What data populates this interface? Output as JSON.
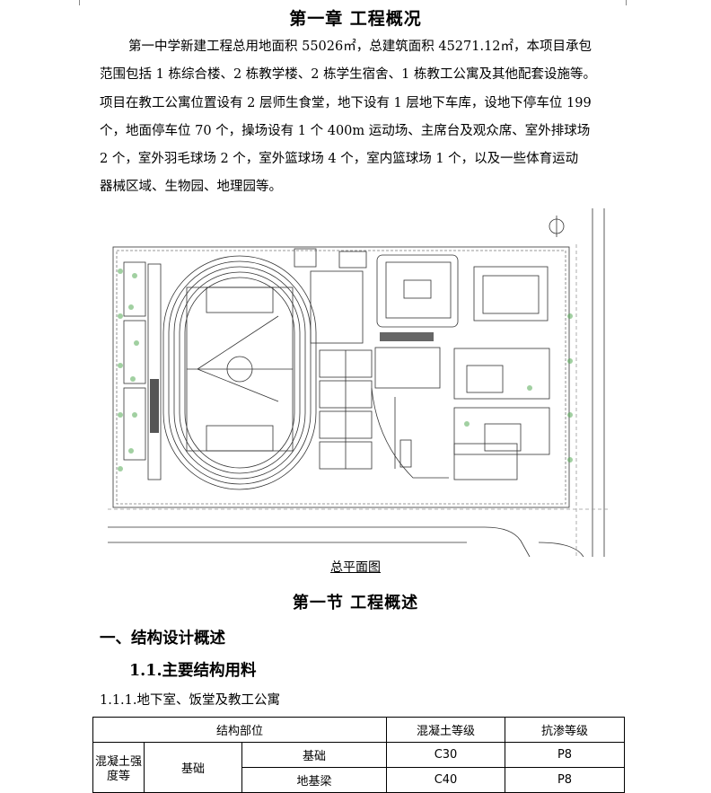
{
  "chapter_title": "第一章  工程概况",
  "intro_lines": [
    "第一中学新建工程总用地面积 55026㎡，总建筑面积 45271.12㎡，本项目承包",
    "范围包括 1 栋综合楼、2 栋教学楼、2 栋学生宿舍、1 栋教工公寓及其他配套设施等。",
    "项目在教工公寓位置设有 2 层师生食堂，地下设有 1 层地下车库，设地下停车位 199",
    "个，地面停车位 70 个，操场设有 1 个 400m 运动场、主席台及观众席、室外排球场",
    "2 个，室外羽毛球场 2 个，室外篮球场 4 个，室内篮球场 1 个，以及一些体育运动",
    "器械区域、生物园、地理园等。"
  ],
  "figure_caption": "总平面图",
  "section_title": "第一节  工程概述",
  "heading_1": "一、结构设计概述",
  "heading_2": "1.1.主要结构用料",
  "heading_3": "1.1.1.地下室、饭堂及教工公寓",
  "table": {
    "header": [
      "结构部位",
      "混凝土等级",
      "抗渗等级"
    ],
    "group_label": "混凝土强度等",
    "sub_group": "基础",
    "rows": [
      {
        "part": "基础",
        "grade": "C30",
        "seepage": "P8"
      },
      {
        "part": "地基梁",
        "grade": "C40",
        "seepage": "P8"
      }
    ]
  }
}
